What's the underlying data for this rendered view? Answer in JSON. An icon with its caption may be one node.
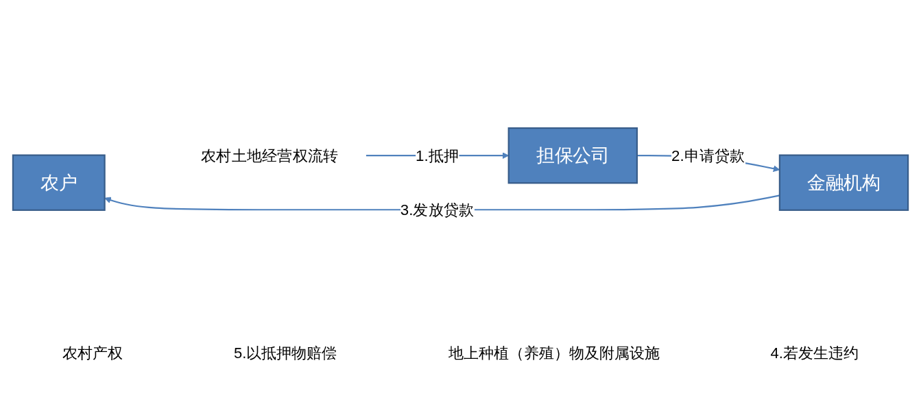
{
  "diagram": {
    "nodes": [
      {
        "text": [
          "农户"
        ]
      },
      {
        "text": [
          "农村土地经营权流转"
        ]
      },
      {
        "text": [
          "担保公司"
        ]
      },
      {
        "text": [
          "金融机构"
        ]
      }
    ],
    "edges": [
      {
        "from": 1,
        "to": 2,
        "arrow": "to",
        "label": "1.抵押"
      },
      {
        "from": 2,
        "to": 3,
        "arrow": "to",
        "label": "2.申请贷款"
      },
      {
        "from": 3,
        "to": 0,
        "arrow": "to",
        "label": "3.发放贷款"
      }
    ],
    "labels": [
      "农村产权",
      "5.以抵押物赔偿",
      "地上种植（养殖）物及附属设施",
      "4.若发生违约"
    ]
  }
}
